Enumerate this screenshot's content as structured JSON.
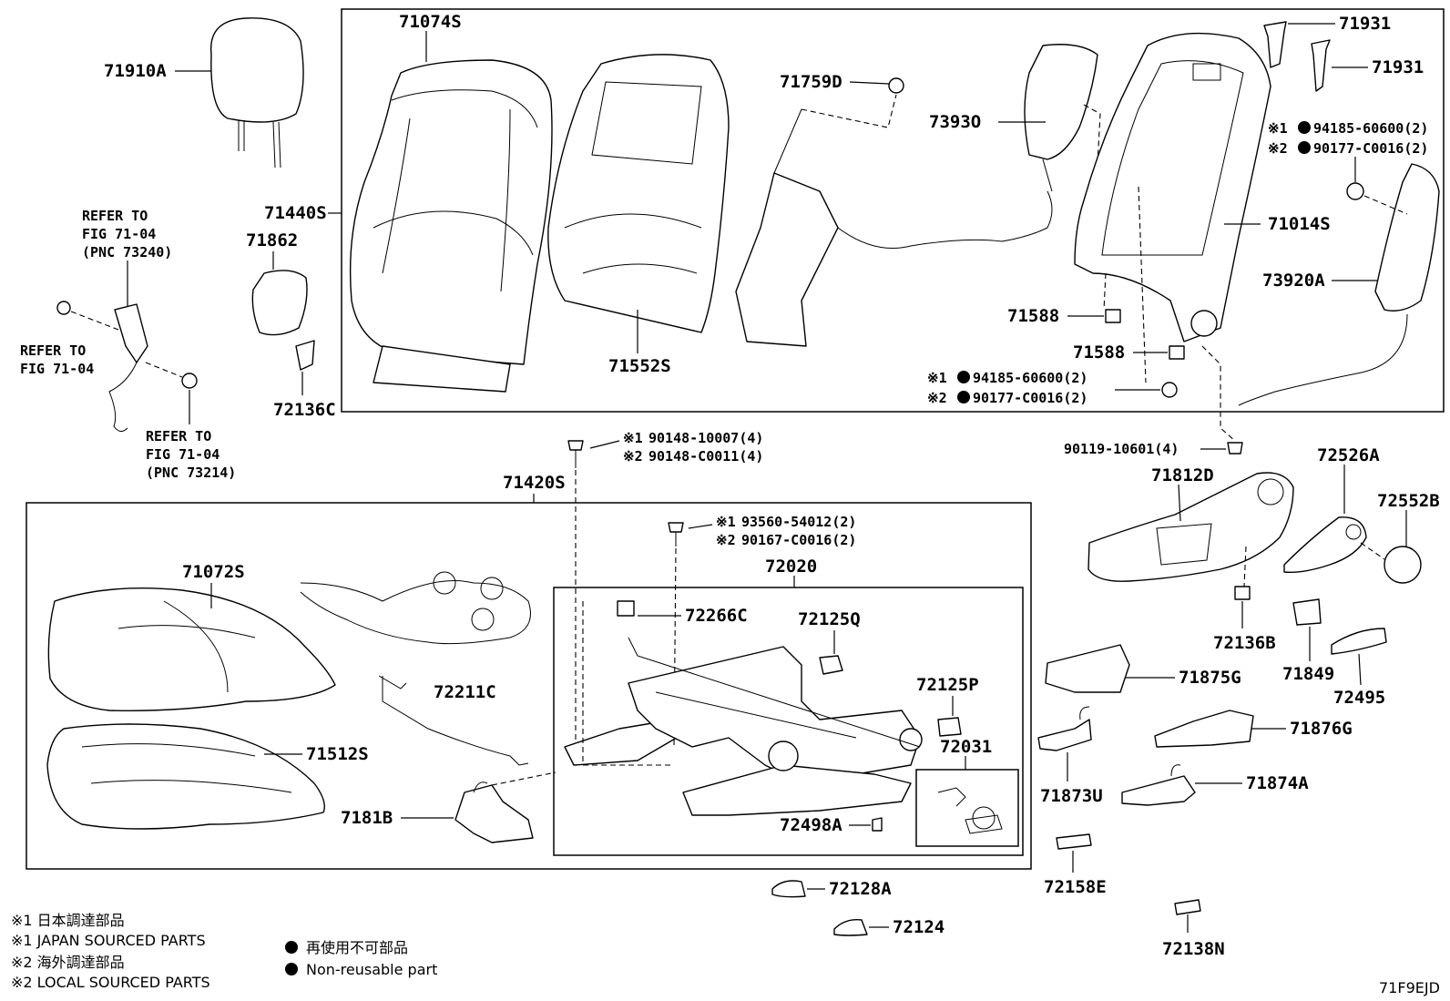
{
  "diagram_code": "71F9EJD",
  "upper_group": {
    "label": "71440S",
    "parts": {
      "cover_back": "71074S",
      "pad_back": "71552S",
      "lumbar_support": "71759D",
      "back_frame": "71014S",
      "side_airbag_left": "7393O",
      "side_airbag_right": "73920A",
      "hook_upper": "71931",
      "hook_upper_2": "71931",
      "clip_1": "71588",
      "clip_2": "71588",
      "nut_right_1": "94185-60600(2)",
      "nut_right_2": "90177-C0016(2)",
      "nut_lower_1": "94185-60600(2)",
      "nut_lower_2": "90177-C0016(2)"
    }
  },
  "headrest": "71910A",
  "seat_belt_refs": {
    "ref1_line1": "REFER TO",
    "ref1_line2": "FIG 71-04",
    "ref1_line3": "(PNC 73240)",
    "ref2_line1": "REFER TO",
    "ref2_line2": "FIG 71-04",
    "ref3_line1": "REFER TO",
    "ref3_line2": "FIG 71-04",
    "ref3_line3": "(PNC 73214)"
  },
  "misc_left": {
    "hinge_cover": "71862",
    "clip": "72136C"
  },
  "bolts": {
    "b1_1": "90148-10007(4)",
    "b1_2": "90148-C0011(4)",
    "b2": "90119-10601(4)",
    "b3_1": "93560-54012(2)",
    "b3_2": "90167-C0016(2)"
  },
  "lower_group": {
    "label": "71420S",
    "parts": {
      "cover_cushion": "71072S",
      "pad_cushion": "71512S",
      "wire": "72211C",
      "bracket": "7181B",
      "adjuster": "72020",
      "cover_clip": "72266C",
      "lock_q": "72125Q",
      "lock_p": "72125P",
      "reclining": "72031",
      "cover_a": "72498A"
    }
  },
  "right_parts": {
    "shield": "71812D",
    "knob": "72526A",
    "cap": "72552B",
    "clip_b": "72136B",
    "spacer": "71849",
    "cover_495": "72495",
    "cover_g1": "71875G",
    "cover_g2": "71876G",
    "cover_u": "71873U",
    "cover_a": "71874A",
    "cover_e": "72158E",
    "cover_n": "72138N",
    "cover_128": "72128A",
    "cover_124": "72124"
  },
  "legend": {
    "line1": "※1 日本調達部品",
    "line2": "※1 JAPAN SOURCED PARTS",
    "line3": "※2 海外調達部品",
    "line4": "※2 LOCAL SOURCED PARTS",
    "line5": "再使用不可部品",
    "line6": "Non-reusable part"
  },
  "markers": {
    "m1": "※1",
    "m2": "※2"
  }
}
